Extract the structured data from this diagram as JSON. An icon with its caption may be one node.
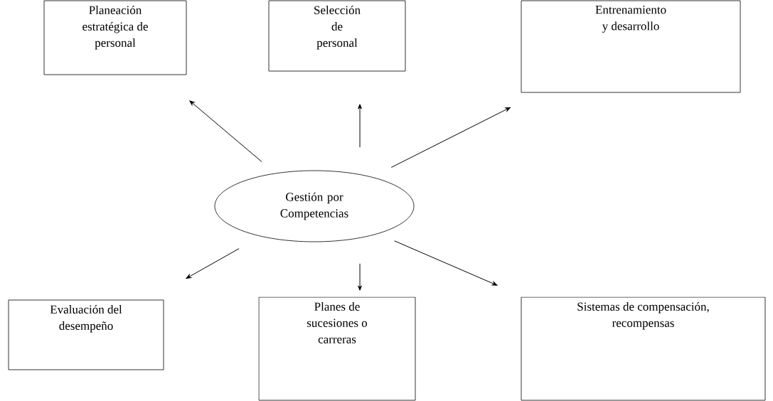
{
  "diagram": {
    "nodes": [
      {
        "text": [
          "Planeación estratégica de personal"
        ]
      },
      {
        "text": [
          "Selección de personal"
        ]
      },
      {
        "text": [
          "Entrenamiento y desarrollo"
        ]
      },
      {
        "text": [
          "Gestión por Competencias"
        ]
      },
      {
        "text": [
          "Evaluación del desempeño"
        ]
      },
      {
        "text": [
          "Planes de sucesiones o carreras"
        ]
      },
      {
        "text": [
          "Sistemas de compensación, recompensas"
        ]
      }
    ],
    "edges": [
      {
        "from": 3,
        "to": 0,
        "arrow": "to"
      },
      {
        "from": 3,
        "to": 1,
        "arrow": "to"
      },
      {
        "from": 3,
        "to": 2,
        "arrow": "to"
      },
      {
        "from": 3,
        "to": 4,
        "arrow": "to"
      },
      {
        "from": 3,
        "to": 5,
        "arrow": "to"
      },
      {
        "from": 3,
        "to": 6,
        "arrow": "to"
      }
    ]
  }
}
